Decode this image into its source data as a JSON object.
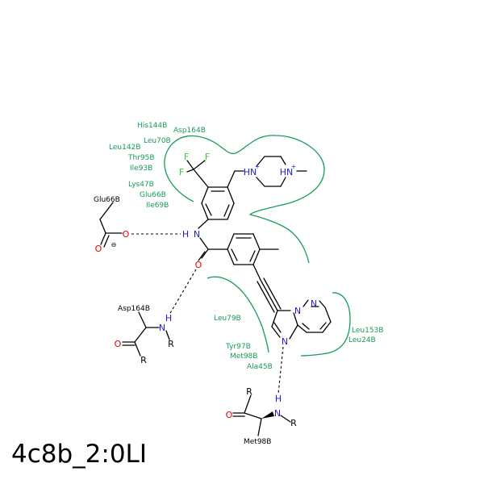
{
  "caption": "4c8b_2:0LI",
  "colors": {
    "residue": "#169d57",
    "fluorine": "#38c838",
    "nitrogen": "#1e1ec8",
    "oxygen": "#e60000",
    "bond": "#000000"
  },
  "residues": {
    "his144": "His144B",
    "asp164_top": "Asp164B",
    "leu70": "Leu70B",
    "leu142": "Leu142B",
    "thr95": "Thr95B",
    "ile93": "Ile93B",
    "lys47": "Lys47B",
    "glu66_pocket": "Glu66B",
    "ile69": "Ile69B",
    "leu79": "Leu79B",
    "tyr97": "Tyr97B",
    "met98_pocket": "Met98B",
    "ala45": "Ala45B",
    "leu153": "Leu153B",
    "leu24": "Leu24B"
  },
  "labels": {
    "glu66_side": "Glu66B",
    "asp164_side": "Asp164B",
    "met98_side": "Met98B"
  },
  "atoms": {
    "F": "F",
    "N": "N",
    "NH": "HN",
    "H": "H",
    "O": "O",
    "R": "R",
    "plus": "+",
    "minus": "⊖"
  }
}
